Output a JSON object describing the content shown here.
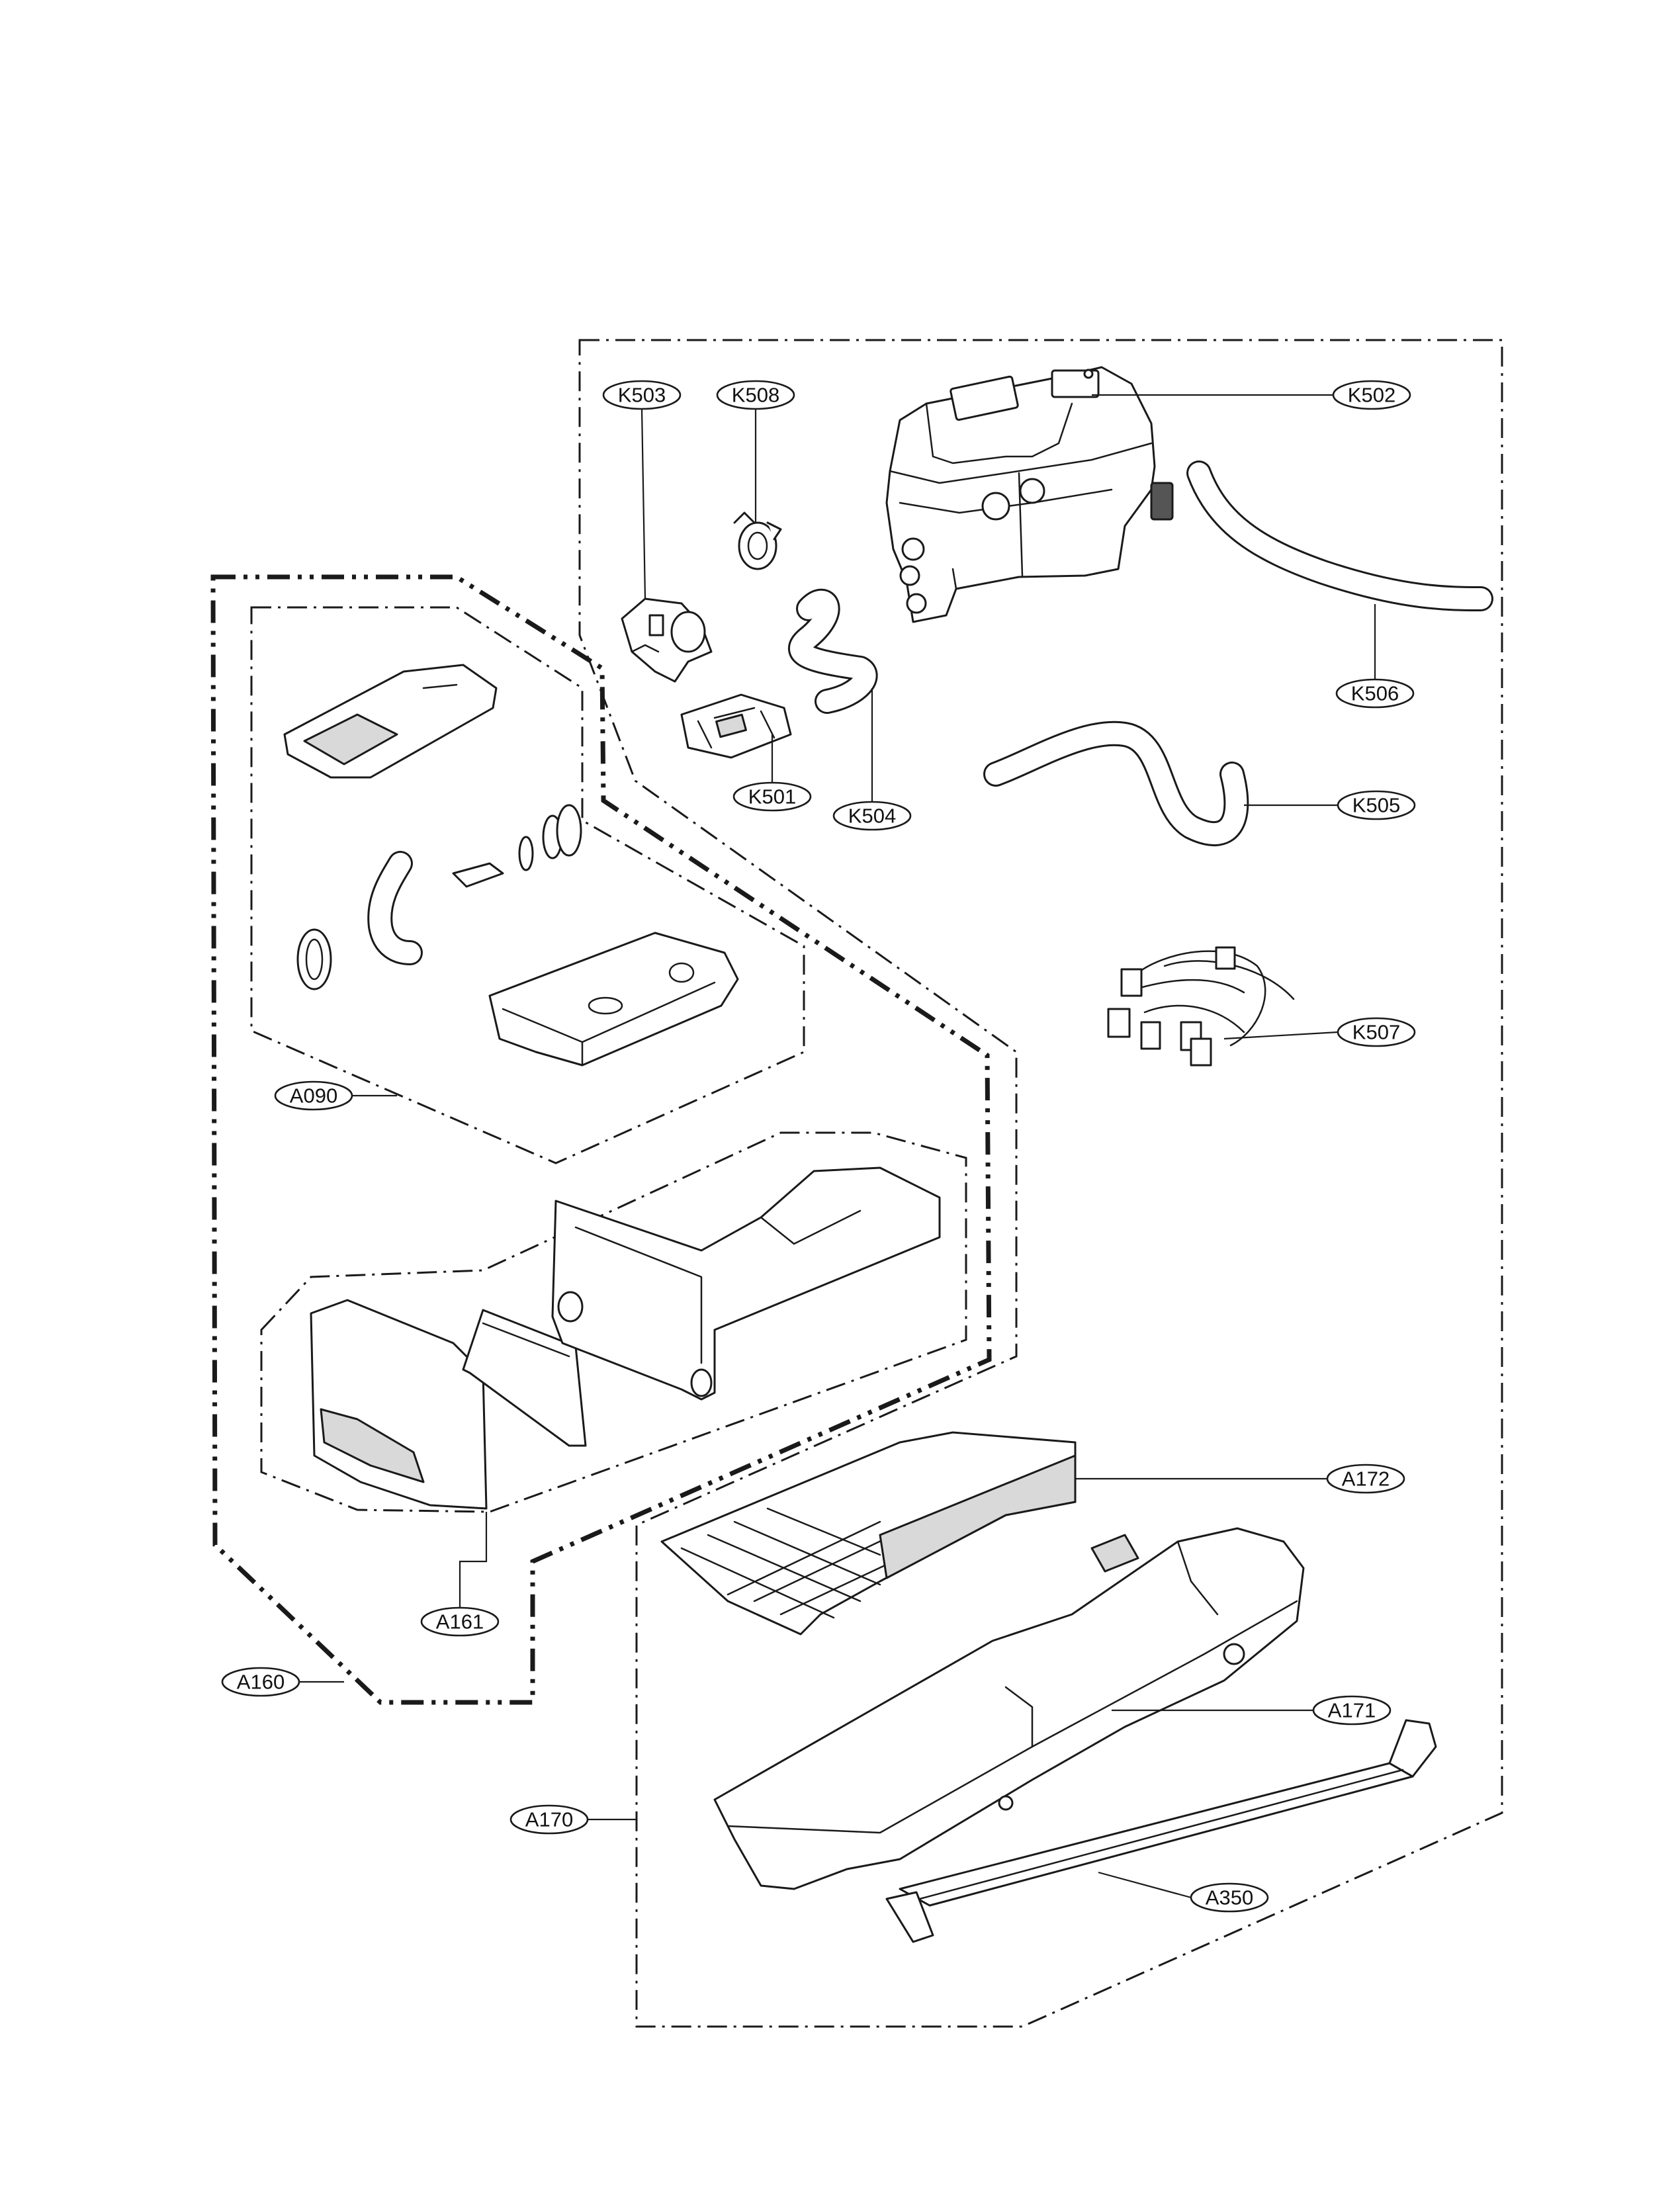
{
  "callouts": [
    {
      "id": "K503",
      "label": "K503"
    },
    {
      "id": "K508",
      "label": "K508"
    },
    {
      "id": "K502",
      "label": "K502"
    },
    {
      "id": "K506",
      "label": "K506"
    },
    {
      "id": "K501",
      "label": "K501"
    },
    {
      "id": "K504",
      "label": "K504"
    },
    {
      "id": "K505",
      "label": "K505"
    },
    {
      "id": "K507",
      "label": "K507"
    },
    {
      "id": "A090",
      "label": "A090"
    },
    {
      "id": "A172",
      "label": "A172"
    },
    {
      "id": "A171",
      "label": "A171"
    },
    {
      "id": "A161",
      "label": "A161"
    },
    {
      "id": "A160",
      "label": "A160"
    },
    {
      "id": "A170",
      "label": "A170"
    },
    {
      "id": "A350",
      "label": "A350"
    }
  ]
}
